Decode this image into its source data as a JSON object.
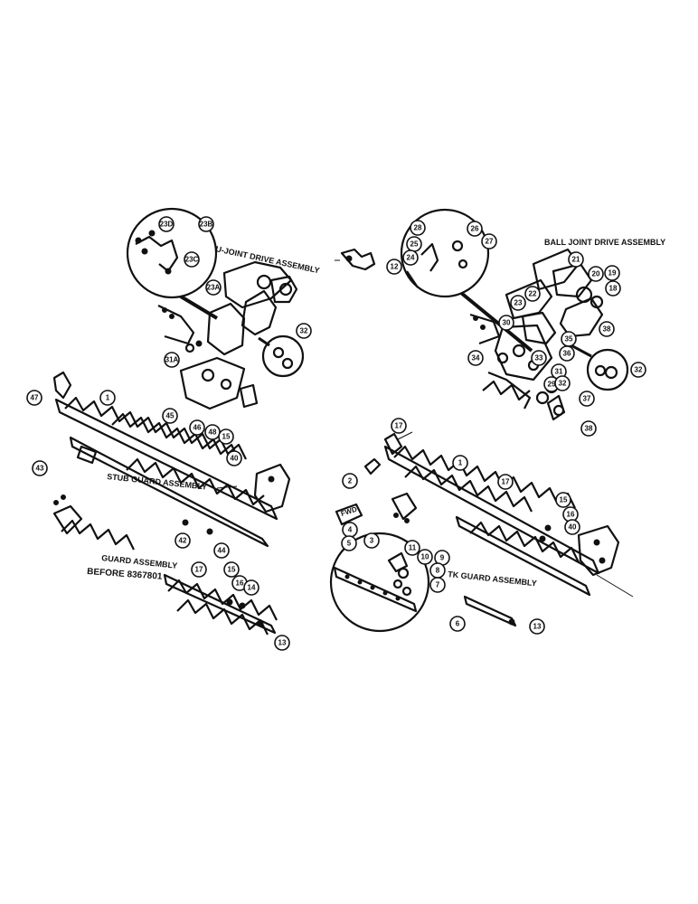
{
  "titles": {
    "ujoint": "U-JOINT DRIVE ASSEMBLY",
    "balljoint": "BALL JOINT DRIVE ASSEMBLY",
    "stub_guard": "STUB GUARD ASSEMBLY",
    "guard_line1": "GUARD ASSEMBLY",
    "guard_line2": "BEFORE 8367801",
    "tk_guard": "TK GUARD ASSEMBLY",
    "fwd": "FWD"
  },
  "callouts": {
    "c23d": "23D",
    "c23b": "23B",
    "c23c": "23C",
    "c23a": "23A",
    "c32a": "32",
    "c31a": "31A",
    "c47": "47",
    "c1a": "1",
    "c45": "45",
    "c46": "46",
    "c48": "48",
    "c15a": "15",
    "c40a": "40",
    "c43": "43",
    "c42": "42",
    "c44": "44",
    "c17a": "17",
    "c15b": "15",
    "c16a": "16",
    "c14": "14",
    "c13a": "13",
    "c28": "28",
    "c26": "26",
    "c25": "25",
    "c27": "27",
    "c24": "24",
    "c12": "12",
    "c21": "21",
    "c20": "20",
    "c19": "19",
    "c18": "18",
    "c22": "22",
    "c23": "23",
    "c30": "30",
    "c38a": "38",
    "c35": "35",
    "c34": "34",
    "c33": "33",
    "c36": "36",
    "c31": "31",
    "c32b": "32",
    "c29": "29",
    "c32c": "32",
    "c37": "37",
    "c38b": "38",
    "c17b": "17",
    "c1b": "1",
    "c17c": "17",
    "c2": "2",
    "c15c": "15",
    "c16b": "16",
    "c40b": "40",
    "c4": "4",
    "c5": "5",
    "c3": "3",
    "c11": "11",
    "c10": "10",
    "c9": "9",
    "c8": "8",
    "c7": "7",
    "c6": "6",
    "c13b": "13"
  }
}
